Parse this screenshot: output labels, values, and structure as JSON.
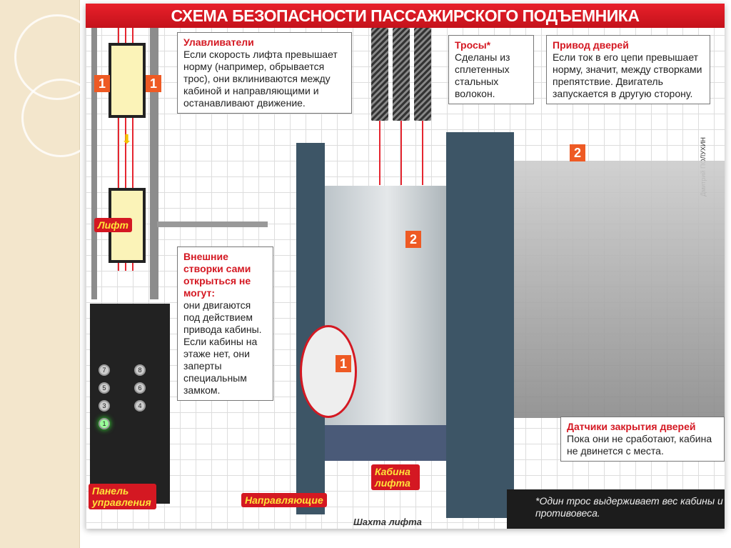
{
  "title": "СХЕМА БЕЗОПАСНОСТИ ПАССАЖИРСКОГО ПОДЪЕМНИКА",
  "callouts": {
    "catchers": {
      "heading": "Улавливатели",
      "text": "Если скорость лифта превышает норму (например, обрывается трос), они вклиниваются между кабиной и направляющими и останавливают движение."
    },
    "ropes": {
      "heading": "Тросы*",
      "text": "Сделаны из сплетенных стальных волокон."
    },
    "door_drive": {
      "heading": "Привод дверей",
      "text": "Если ток в его цепи превышает норму, значит, между створками препятствие. Двигатель запускается в другую сторону."
    },
    "outer_doors": {
      "heading": "Внешние створки сами открыться не могут:",
      "text": "они двигаются под действием привода кабины. Если кабины на этаже нет, они заперты специальным замком."
    },
    "sensors": {
      "heading": "Датчики закрытия дверей",
      "text": "Пока они не сработают, кабина не двинется с места."
    }
  },
  "labels": {
    "lift": "Лифт",
    "panel": "Панель управления",
    "guides": "Направляющие",
    "cabin": "Кабина лифта",
    "shaft": "Шахта лифта",
    "credit": "Дмитрий ПОЛУХИН"
  },
  "badges": {
    "one": "1",
    "two": "2"
  },
  "panel_buttons": [
    "7",
    "8",
    "5",
    "6",
    "3",
    "4",
    "1"
  ],
  "footnote": "*Один трос выдерживает вес кабины и противовеса."
}
